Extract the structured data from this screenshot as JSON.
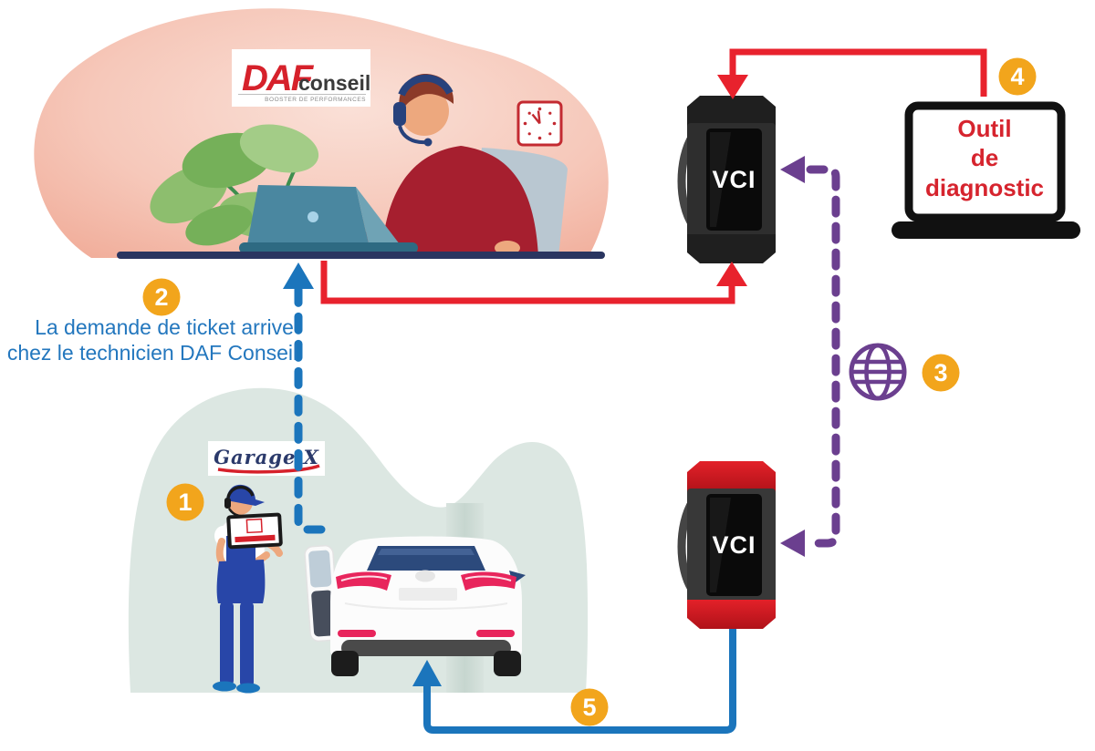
{
  "office_scene": {
    "logo": {
      "brand": "DAF",
      "suffix": "conseil",
      "tagline": "BOOSTER DE PERFORMANCES"
    }
  },
  "garage_scene": {
    "sign": "Garage X"
  },
  "devices": {
    "vci_top": {
      "label": "VCI"
    },
    "vci_bottom": {
      "label": "VCI"
    },
    "diagnostic_tool": {
      "lines": [
        "Outil",
        "de",
        "diagnostic"
      ]
    }
  },
  "steps": [
    {
      "number": "1"
    },
    {
      "number": "2",
      "caption_lines": [
        "La demande de ticket arrive",
        "chez le technicien DAF Conseil"
      ]
    },
    {
      "number": "3"
    },
    {
      "number": "4"
    },
    {
      "number": "5"
    }
  ],
  "icons": {
    "internet": "globe-icon",
    "time": "wall-clock-icon"
  },
  "colors": {
    "badge_orange": "#F2A51C",
    "arrow_red": "#E8222D",
    "arrow_blue": "#1B75BC",
    "arrow_purple": "#6B3F8F",
    "caption_blue": "#2377BE",
    "diag_text_red": "#D6242E",
    "desk_navy": "#2A3560"
  }
}
